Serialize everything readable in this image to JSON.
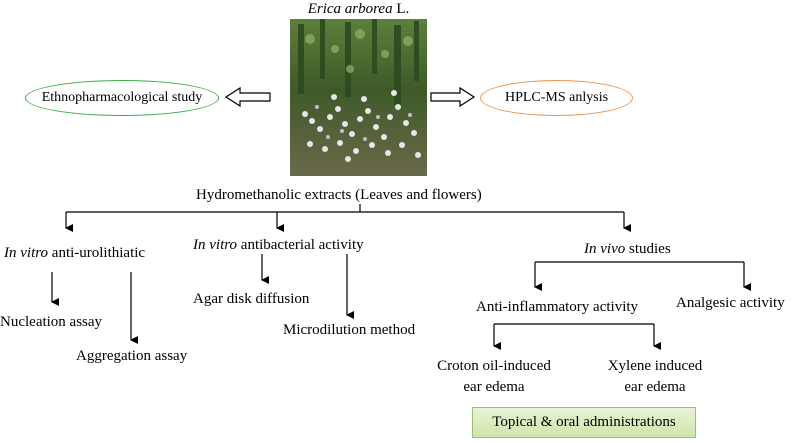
{
  "title": {
    "italic": "Erica arborea",
    "plain": " L."
  },
  "left_oval": {
    "label": "Ethnopharmacological study",
    "color": "#3fae49"
  },
  "right_oval": {
    "label": "HPLC-MS anlysis",
    "color": "#f0924a"
  },
  "extracts": "Hydromethanolic extracts (Leaves and flowers)",
  "branches": {
    "urolithiatic": {
      "italic": "In vitro",
      "plain": " anti-urolithiatic"
    },
    "antibacterial": {
      "italic": "In vitro",
      "plain": " antibacterial activity"
    },
    "in_vivo": {
      "italic": "In vivo",
      "plain": " studies"
    }
  },
  "leaves": {
    "nucleation": "Nucleation assay",
    "aggregation": "Aggregation assay",
    "agar": "Agar disk diffusion",
    "microdilution": "Microdilution method",
    "anti_inflammatory": "Anti-inflammatory activity",
    "analgesic": "Analgesic activity",
    "croton_1": "Croton oil-induced",
    "croton_2": "ear edema",
    "xylene_1": "Xylene induced",
    "xylene_2": "ear edema"
  },
  "administrations": "Topical & oral administrations",
  "photo_icon": "heather-plant-photo"
}
